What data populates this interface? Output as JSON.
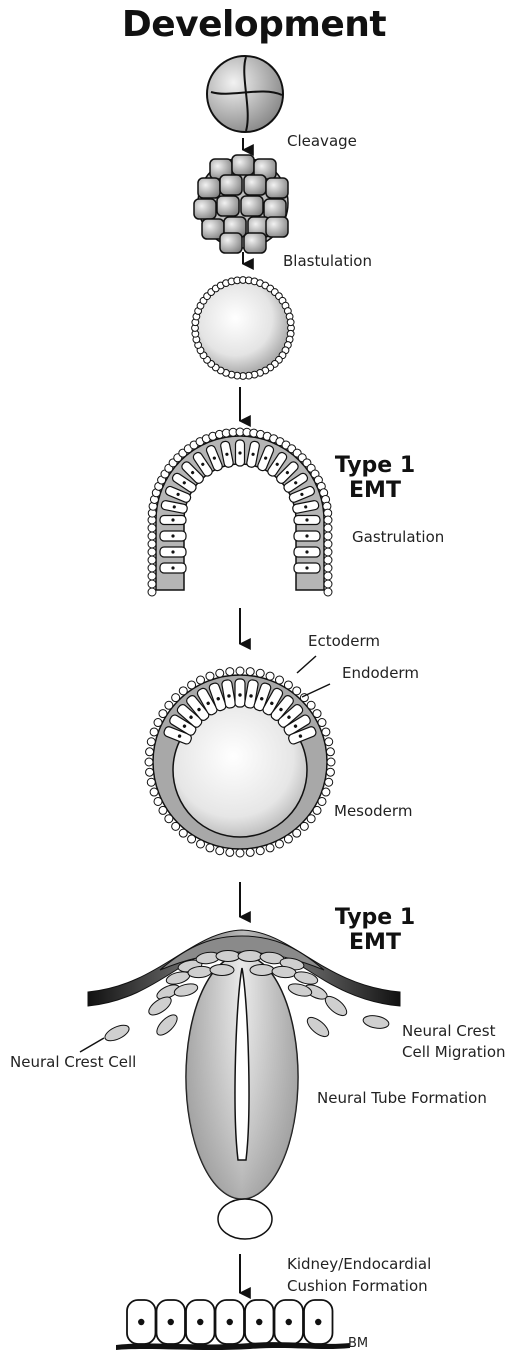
{
  "title": "Development",
  "stages": {
    "cleavage": "Cleavage",
    "blastulation": "Blastulation",
    "gastrulation": "Gastrulation",
    "ectoderm": "Ectoderm",
    "endoderm": "Endoderm",
    "mesoderm": "Mesoderm",
    "neural_crest_cell": "Neural Crest Cell",
    "neural_crest_migration_line1": "Neural Crest",
    "neural_crest_migration_line2": "Cell Migration",
    "neural_tube_formation": "Neural Tube Formation",
    "kidney_line1": "Kidney/Endocardial",
    "kidney_line2": "Cushion Formation",
    "bm": "BM"
  },
  "emt_labels": [
    {
      "line1": "Type 1",
      "line2": "EMT"
    },
    {
      "line1": "Type 1",
      "line2": "EMT"
    }
  ]
}
